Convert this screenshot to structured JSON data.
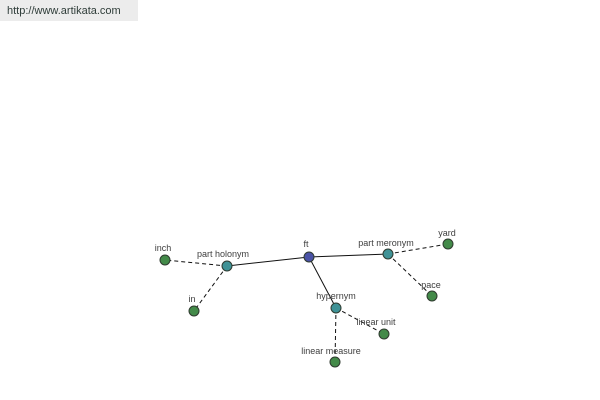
{
  "header": {
    "url": "http://www.artikata.com"
  },
  "graph": {
    "colors": {
      "root_fill": "#4a52a6",
      "relation_fill": "#3f9296",
      "term_fill": "#438a49",
      "node_stroke": "#2f3a2f",
      "edge": "#111111"
    },
    "nodes": [
      {
        "id": "ft",
        "label": "ft",
        "kind": "root"
      },
      {
        "id": "part_holonym",
        "label": "part holonym",
        "kind": "relation"
      },
      {
        "id": "part_meronym",
        "label": "part meronym",
        "kind": "relation"
      },
      {
        "id": "hypernym",
        "label": "hypernym",
        "kind": "relation"
      },
      {
        "id": "inch",
        "label": "inch",
        "kind": "term"
      },
      {
        "id": "in",
        "label": "in",
        "kind": "term"
      },
      {
        "id": "yard",
        "label": "yard",
        "kind": "term"
      },
      {
        "id": "pace",
        "label": "pace",
        "kind": "term"
      },
      {
        "id": "linear_unit",
        "label": "linear unit",
        "kind": "term"
      },
      {
        "id": "linear_measure",
        "label": "linear measure",
        "kind": "term"
      }
    ],
    "edges": [
      {
        "from": "ft",
        "to": "part_holonym",
        "style": "solid"
      },
      {
        "from": "ft",
        "to": "part_meronym",
        "style": "solid"
      },
      {
        "from": "ft",
        "to": "hypernym",
        "style": "solid"
      },
      {
        "from": "part_holonym",
        "to": "inch",
        "style": "dashed"
      },
      {
        "from": "part_holonym",
        "to": "in",
        "style": "dashed"
      },
      {
        "from": "part_meronym",
        "to": "yard",
        "style": "dashed"
      },
      {
        "from": "part_meronym",
        "to": "pace",
        "style": "dashed"
      },
      {
        "from": "hypernym",
        "to": "linear_unit",
        "style": "dashed"
      },
      {
        "from": "hypernym",
        "to": "linear_measure",
        "style": "dashed"
      }
    ]
  }
}
